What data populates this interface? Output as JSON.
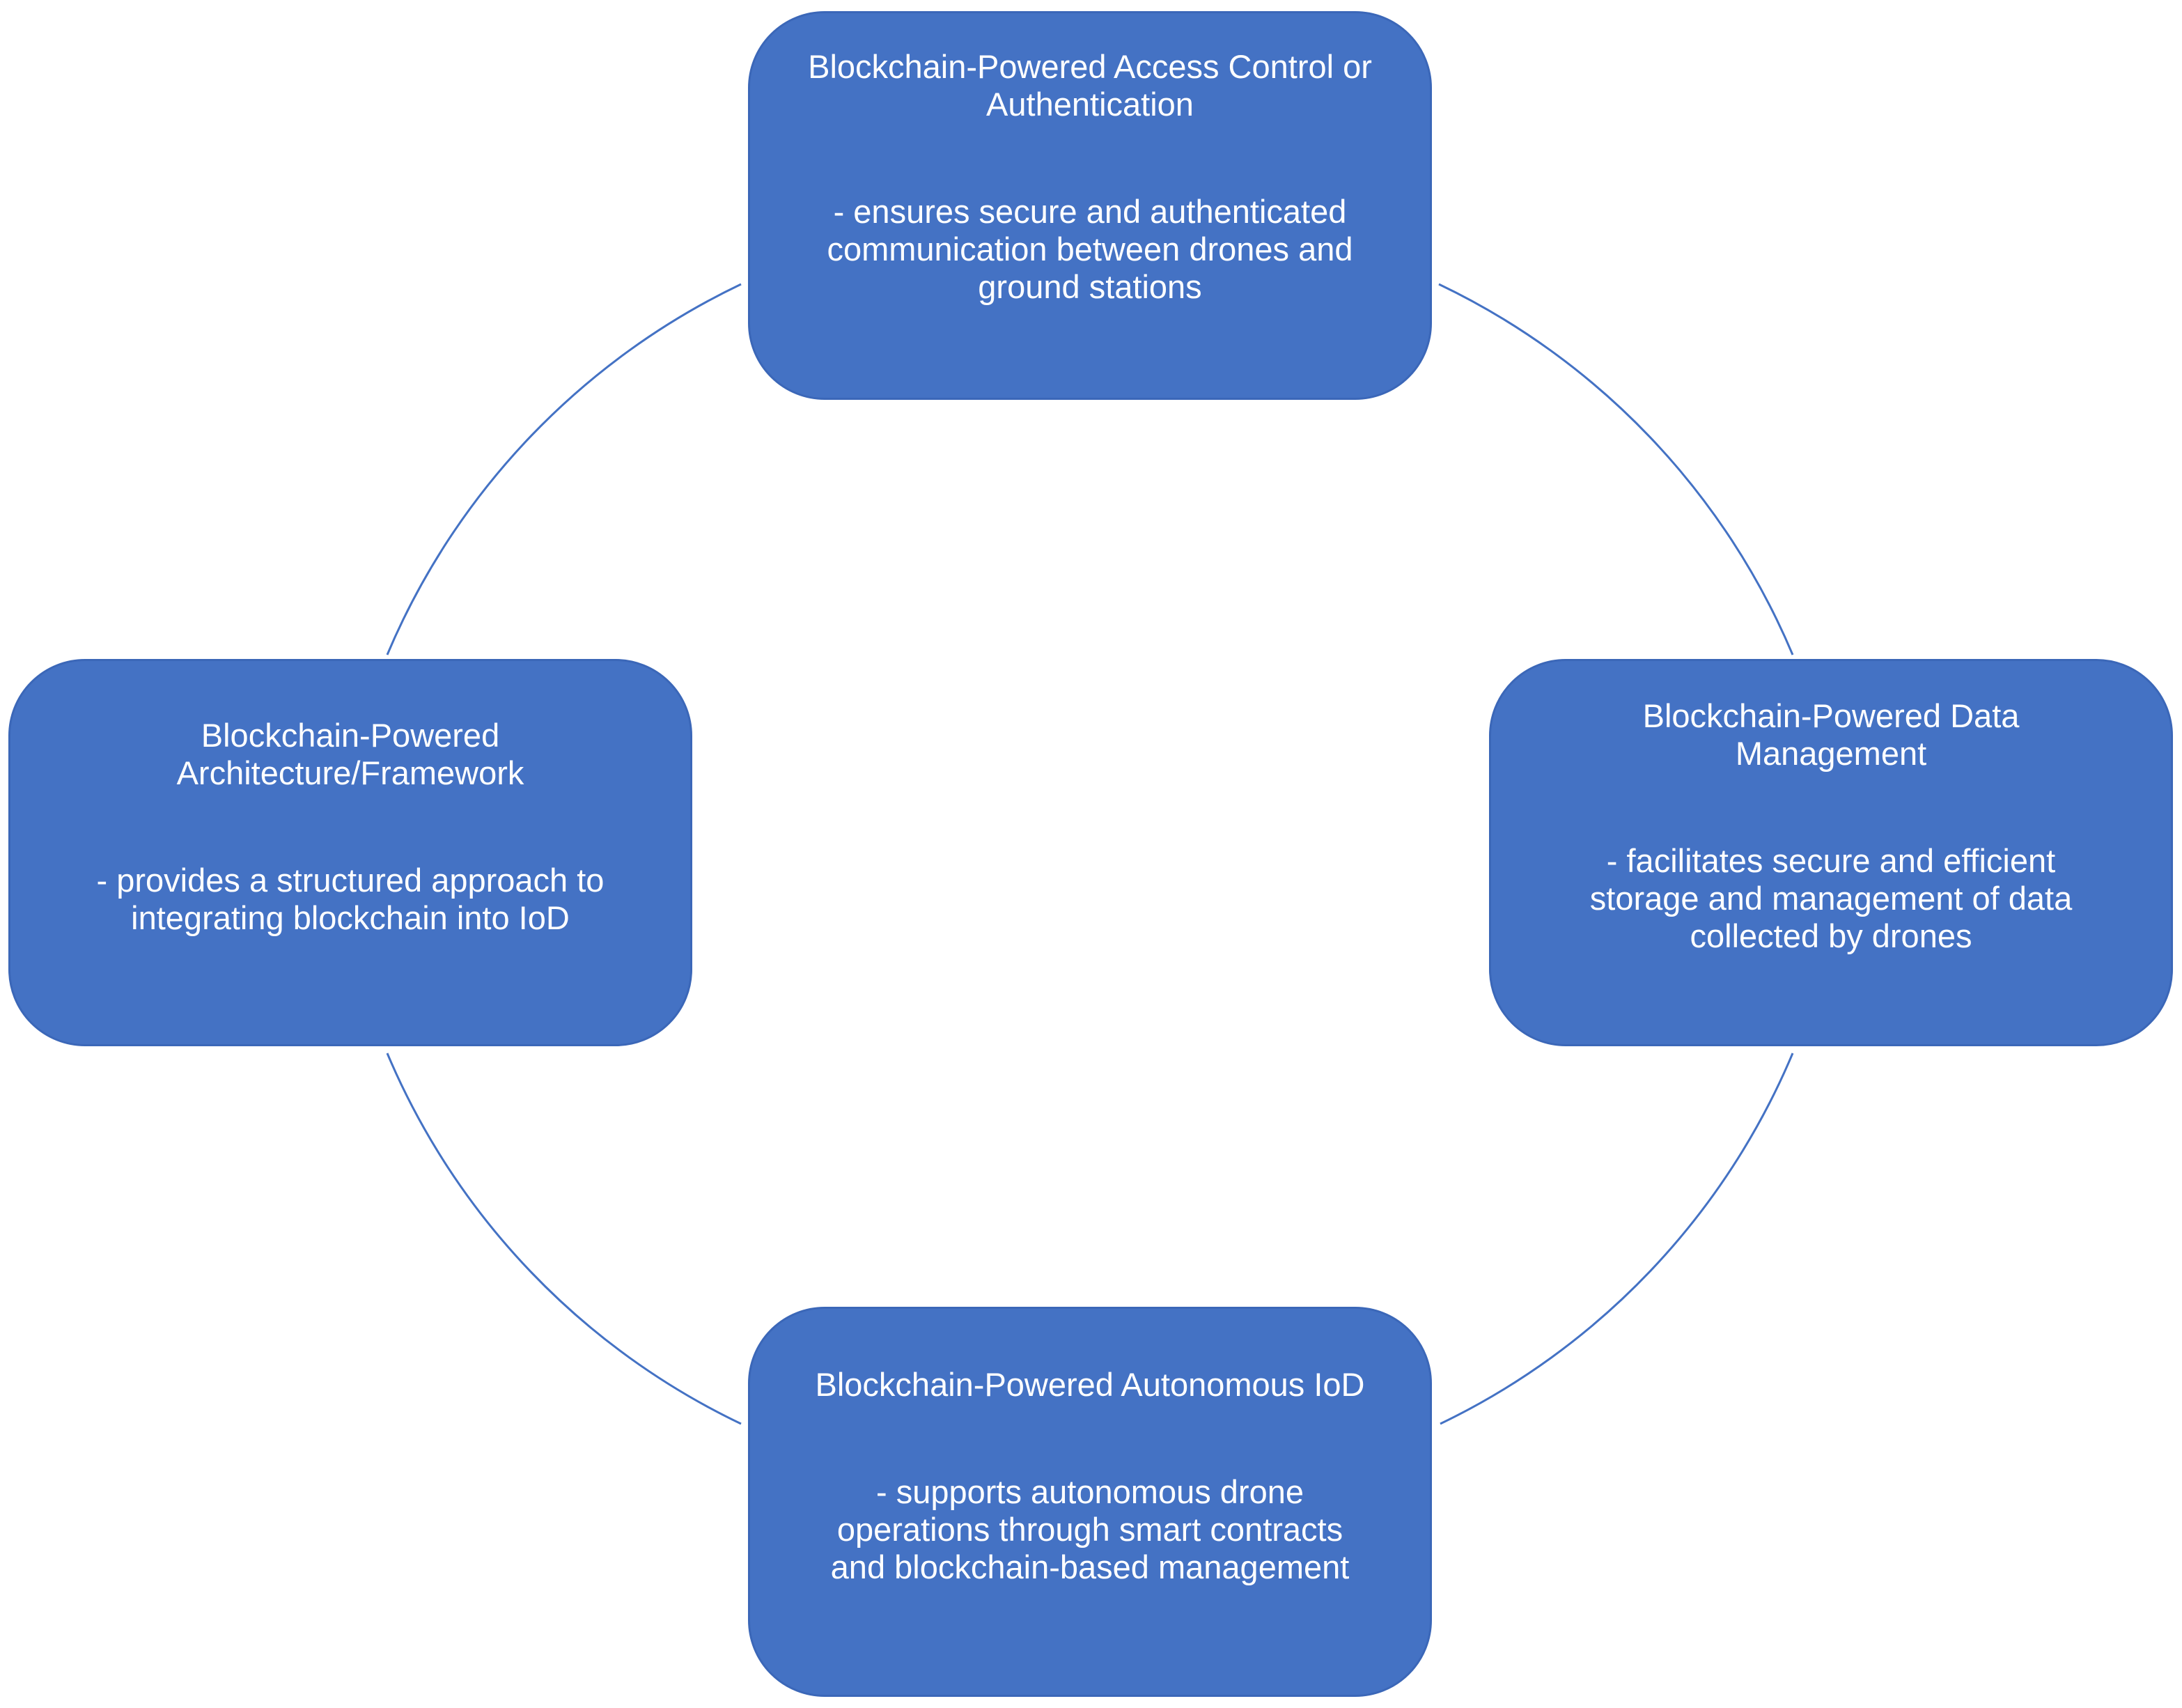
{
  "diagram": {
    "type": "cycle",
    "connector_color": "#4472C4",
    "node_fill": "#4472C4",
    "text_color": "#FFFFFF",
    "nodes": [
      {
        "id": "access",
        "title": "Blockchain-Powered Access Control or\nAuthentication",
        "description": "- ensures secure and authenticated\ncommunication between drones and\nground stations"
      },
      {
        "id": "data",
        "title": "Blockchain-Powered Data\nManagement",
        "description": "- facilitates secure and efficient\nstorage and management of data\ncollected by drones"
      },
      {
        "id": "autonomous",
        "title": "Blockchain-Powered Autonomous IoD",
        "description": "- supports autonomous drone\noperations through smart contracts\nand blockchain-based management"
      },
      {
        "id": "architecture",
        "title": "Blockchain-Powered\nArchitecture/Framework",
        "description": "- provides a structured approach to\nintegrating blockchain into IoD"
      }
    ]
  }
}
